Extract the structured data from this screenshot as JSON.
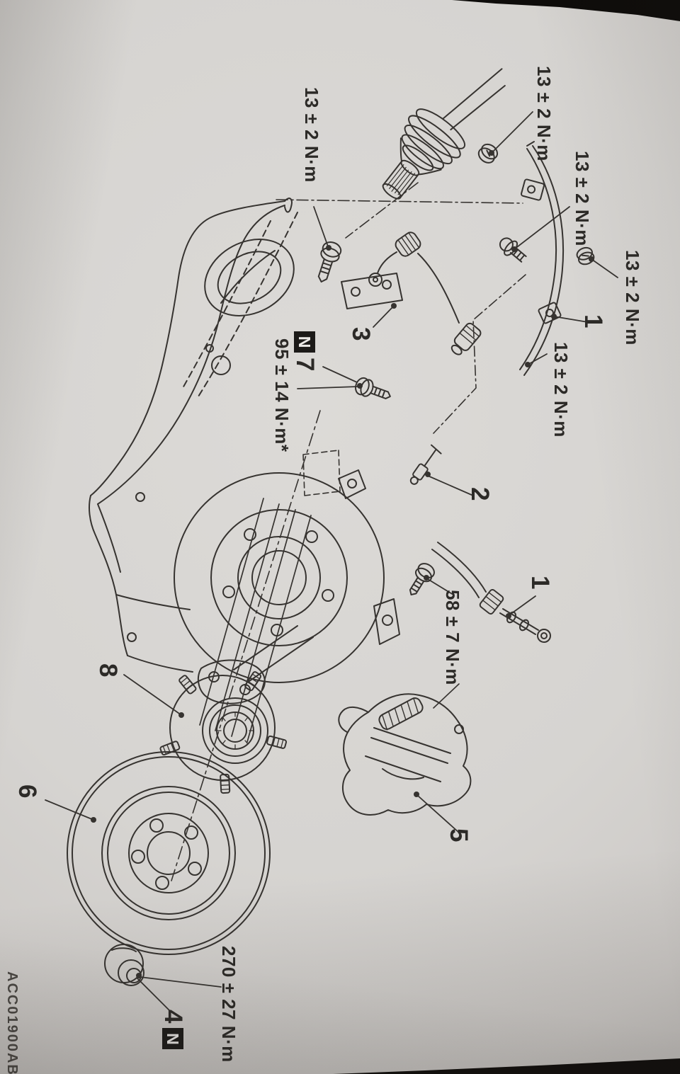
{
  "figure": {
    "code": "ACC01900AB",
    "torque_labels": {
      "knuckle_bracket_bolt": "13 ± 2 N·m",
      "cable_clamp_top": "13 ± 2 N·m",
      "cable_clamp_mid": "13 ± 2 N·m",
      "cable_clamp_right": "13 ± 2 N·m",
      "cable_clamp_lower": "13 ± 2 N·m",
      "knuckle_mount_bolt": "95 ± 14 N·m*",
      "caliper_banjo_bolt": "58 ± 7 N·m",
      "hub_center_nut": "270 ± 27 N·m"
    },
    "callouts": {
      "cable_upper": "1",
      "cable_lower": "1",
      "wheel_speed_sensor": "2",
      "sensor_harness": "3",
      "hub_nut": "4",
      "brake_caliper": "5",
      "brake_rotor": "6",
      "mount_bolt": "7",
      "hub_assembly": "8"
    },
    "new_part_marker": "N"
  },
  "colors": {
    "paper": "#d6d4d1",
    "ink": "#363330",
    "photo_background": "#0e0c0a",
    "new_part_box": "#1c1a18"
  }
}
